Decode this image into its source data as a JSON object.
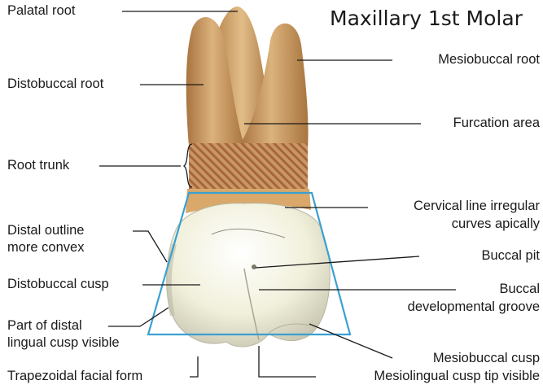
{
  "title": "Maxillary 1st Molar",
  "labels": {
    "palatal_root": "Palatal root",
    "distobuccal_root": "Distobuccal root",
    "root_trunk": "Root trunk",
    "distal_outline_1": "Distal outline",
    "distal_outline_2": "more convex",
    "distobuccal_cusp": "Distobuccal cusp",
    "part_distal_1": "Part of distal",
    "part_distal_2": "lingual cusp visible",
    "trapezoidal": "Trapezoidal facial form",
    "mesiobuccal_root": "Mesiobuccal root",
    "furcation_area": "Furcation area",
    "cervical_1": "Cervical line irregular",
    "cervical_2": "curves apically",
    "buccal_pit": "Buccal pit",
    "buccal_groove_1": "Buccal",
    "buccal_groove_2": "developmental groove",
    "mesiobuccal_cusp": "Mesiobuccal cusp",
    "mesiolingual_cusp": "Mesiolingual cusp tip visible"
  },
  "colors": {
    "root": "#c79a60",
    "crown": "#f2f1dc",
    "trapezoid": "#3aa0d0",
    "leader": "#1a1a1a"
  }
}
